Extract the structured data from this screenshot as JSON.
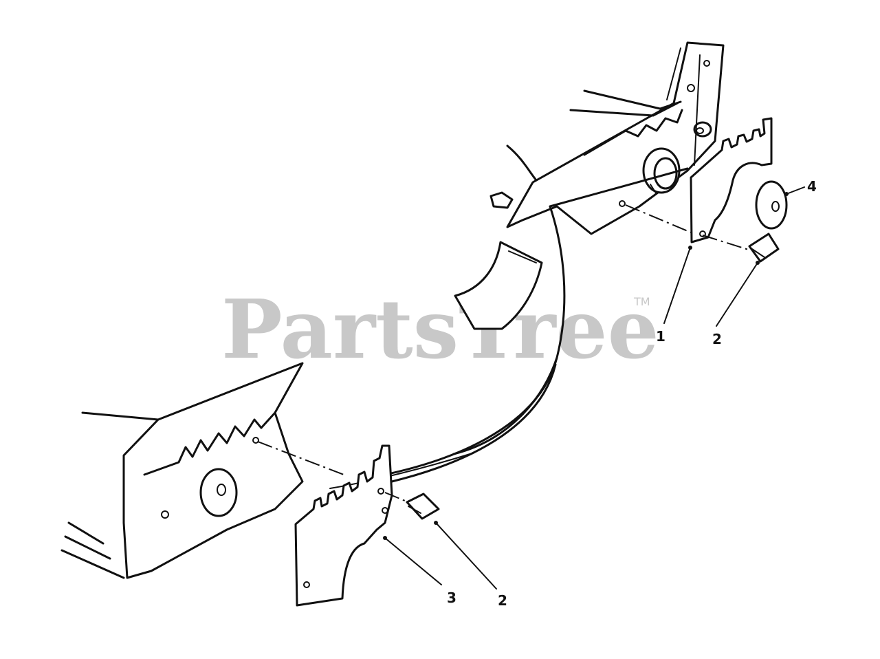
{
  "watermark": {
    "text": "PartsTree",
    "trademark": "TM"
  },
  "callouts": [
    {
      "id": "callout-1-upper",
      "label": "1"
    },
    {
      "id": "callout-2-upper",
      "label": "2"
    },
    {
      "id": "callout-4",
      "label": "4"
    },
    {
      "id": "callout-3",
      "label": "3"
    },
    {
      "id": "callout-2-lower",
      "label": "2"
    }
  ]
}
